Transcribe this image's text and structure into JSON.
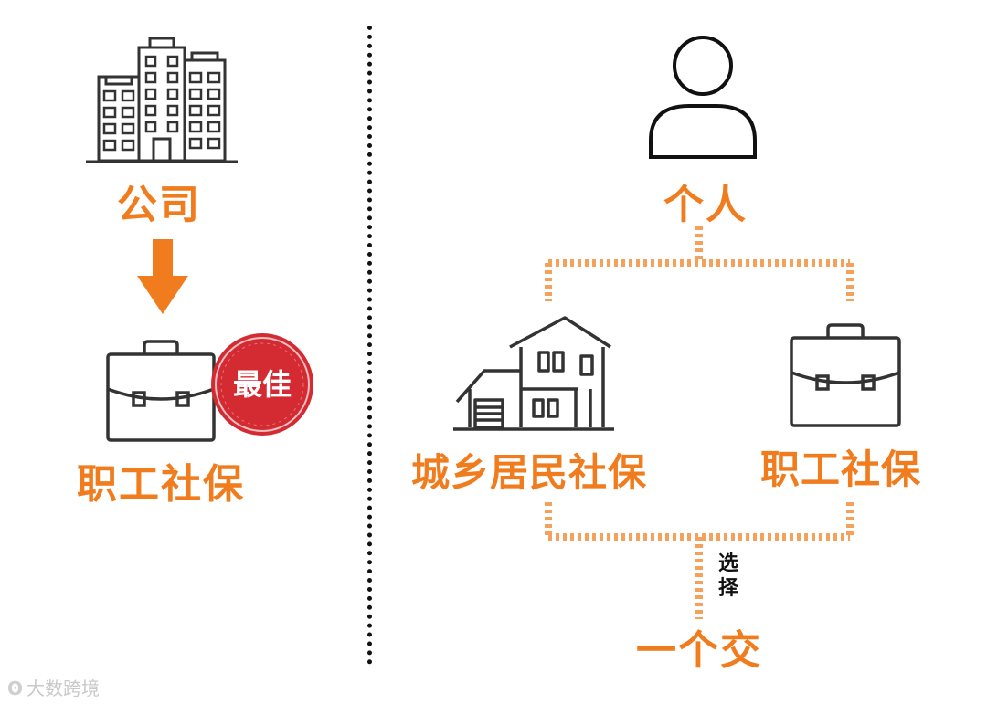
{
  "colors": {
    "accent": "#f07c1e",
    "stamp": "#d42a32",
    "line": "#333333"
  },
  "left": {
    "company_label": "公司",
    "badge_text": "最佳",
    "insurance_label": "职工社保",
    "icons": [
      "building-icon",
      "down-arrow-icon",
      "briefcase-icon",
      "stamp-badge"
    ]
  },
  "right": {
    "person_label": "个人",
    "rural_label": "城乡居民社保",
    "employee_label": "职工社保",
    "choice_label": "选\n择",
    "result_label": "一个交",
    "icons": [
      "person-icon",
      "house-icon",
      "briefcase-icon"
    ]
  },
  "watermark": {
    "text": "大数跨境"
  }
}
